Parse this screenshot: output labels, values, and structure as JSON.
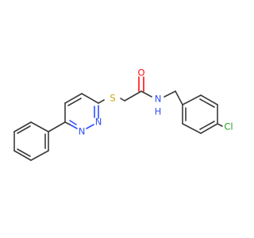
{
  "molecule": {
    "atoms": {
      "S": {
        "label": "S",
        "color": "#c8a800"
      },
      "O": {
        "label": "O",
        "color": "#ff0d0d"
      },
      "N_amide": {
        "label": "N",
        "color": "#3050f8"
      },
      "H_amide": {
        "label": "H",
        "color": "#3050f8"
      },
      "N_ring1": {
        "label": "N",
        "color": "#3050f8"
      },
      "N_ring2": {
        "label": "N",
        "color": "#3050f8"
      },
      "Cl": {
        "label": "Cl",
        "color": "#1fa01f"
      }
    }
  }
}
